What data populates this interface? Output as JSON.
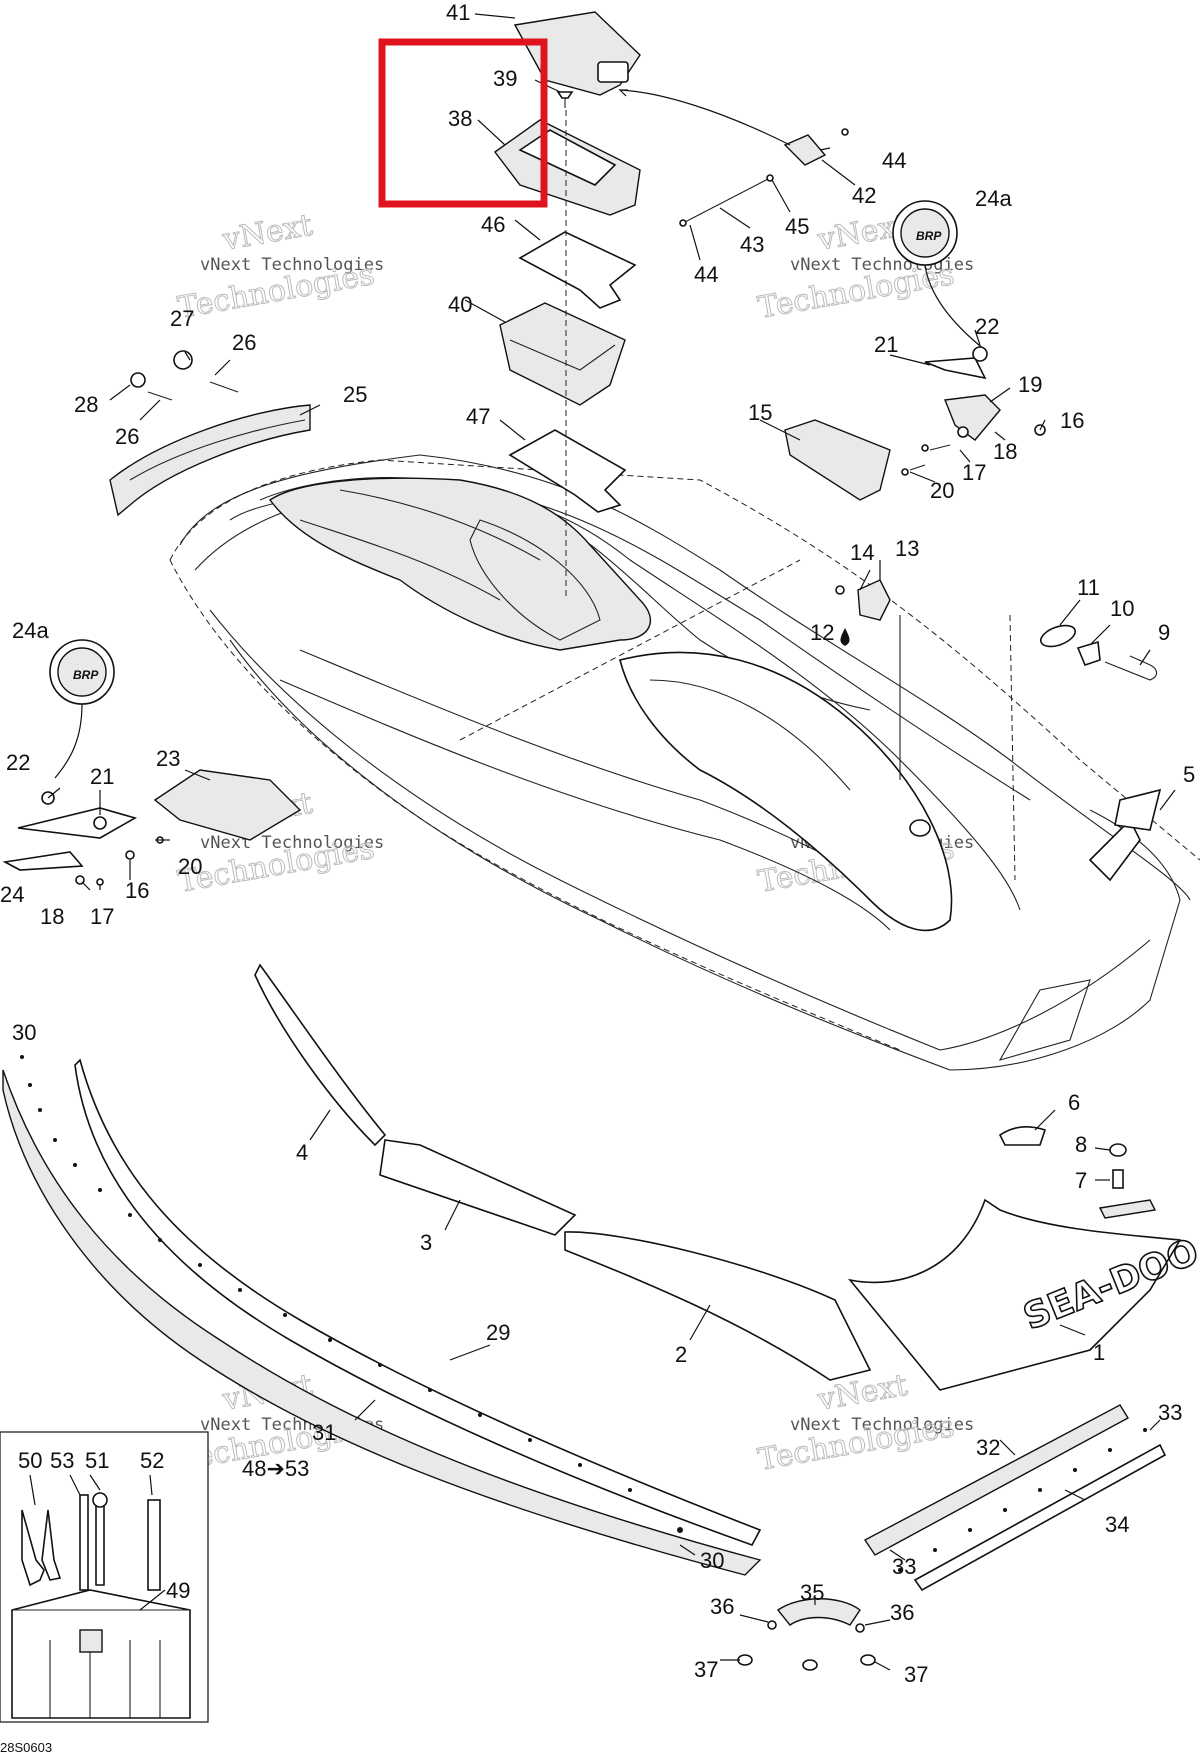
{
  "diagram": {
    "watermark_line1": "vNext Technologies",
    "watermark_line2": "Technologies",
    "watermark_overlay": "vNext",
    "drawing_code": "28S0603",
    "logo_text": "BRP",
    "hull_logo_text": "SEA-DOO",
    "highlight_color": "#e0141e",
    "callouts": {
      "c41": "41",
      "c39": "39",
      "c38": "38",
      "c44a": "44",
      "c42": "42",
      "c45": "45",
      "c46": "46",
      "c24a_top": "24a",
      "c43": "43",
      "c44b": "44",
      "c40": "40",
      "c27": "27",
      "c26a": "26",
      "c22a": "22",
      "c21a": "21",
      "c28": "28",
      "c26b": "26",
      "c25": "25",
      "c19": "19",
      "c47": "47",
      "c15": "15",
      "c16a": "16",
      "c18a": "18",
      "c17a": "17",
      "c20a": "20",
      "c14": "14",
      "c13": "13",
      "c11": "11",
      "c10": "10",
      "c9": "9",
      "c12": "12",
      "c24a_left": "24a",
      "c22b": "22",
      "c21b": "21",
      "c23": "23",
      "c5": "5",
      "c20b": "20",
      "c24": "24",
      "c16b": "16",
      "c18b": "18",
      "c17b": "17",
      "c30a": "30",
      "c6": "6",
      "c4": "4",
      "c8": "8",
      "c7": "7",
      "c3": "3",
      "c1": "1",
      "c2": "2",
      "c29": "29",
      "c31": "31",
      "c33a": "33",
      "c32": "32",
      "c50": "50",
      "c53": "53",
      "c51": "51",
      "c52": "52",
      "c48_53": "48➔53",
      "c34": "34",
      "c30b": "30",
      "c33b": "33",
      "c49": "49",
      "c35": "35",
      "c36a": "36",
      "c36b": "36",
      "c37a": "37",
      "c37b": "37"
    }
  }
}
